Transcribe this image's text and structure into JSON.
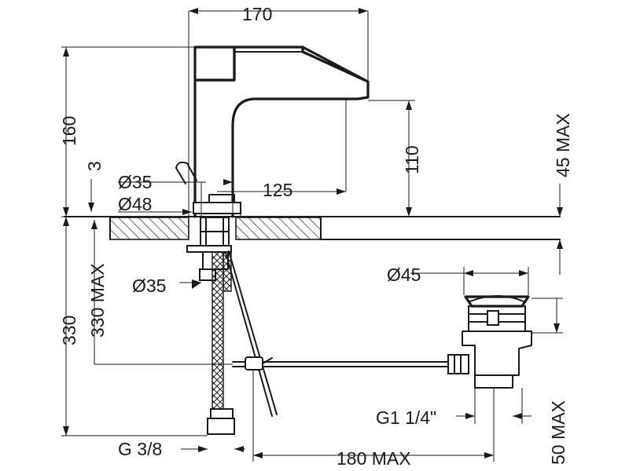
{
  "dimensions": {
    "width_total": "170",
    "height_total": "160",
    "spout_height": "110",
    "deck_max": "45 MAX",
    "handle_gap": "3",
    "base_dia_small": "Ø35",
    "base_dia_large": "Ø48",
    "spout_reach": "125",
    "shank_dia": "Ø35",
    "below_deck": "330",
    "below_deck_max": "330 MAX",
    "waste_dia": "Ø45",
    "waste_thread": "G1 1/4\"",
    "waste_depth": "50 MAX",
    "inlet_thread": "G 3/8",
    "pull_rod_reach": "180 MAX"
  }
}
